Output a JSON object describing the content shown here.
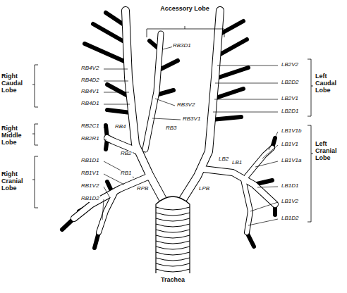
{
  "diagram": {
    "labels": [
      "Accessory Lobe",
      "RB3D1",
      "RB4V2",
      "RB4D2",
      "RB4V1",
      "RB4D1",
      "RB3V2",
      "RB3V1",
      "RB3",
      "RB4",
      "Right Caudal Lobe",
      "Right Middle Lobe",
      "RB2C1",
      "RB2R1",
      "RB2",
      "Right Cranial Lobe",
      "RB1D1",
      "RB1V1",
      "RB1V2",
      "RB1D2",
      "RB1",
      "RPB",
      "LPB",
      "LB2",
      "LB1",
      "LB2V2",
      "LB2D2",
      "LB2V1",
      "LB2D1",
      "Left Caudal Lobe",
      "LB1V1b",
      "LB1V1",
      "LB1V1a",
      "Left Cranial Lobe",
      "LB1D1",
      "LB1V2",
      "LB1D2",
      "Trachea"
    ]
  }
}
